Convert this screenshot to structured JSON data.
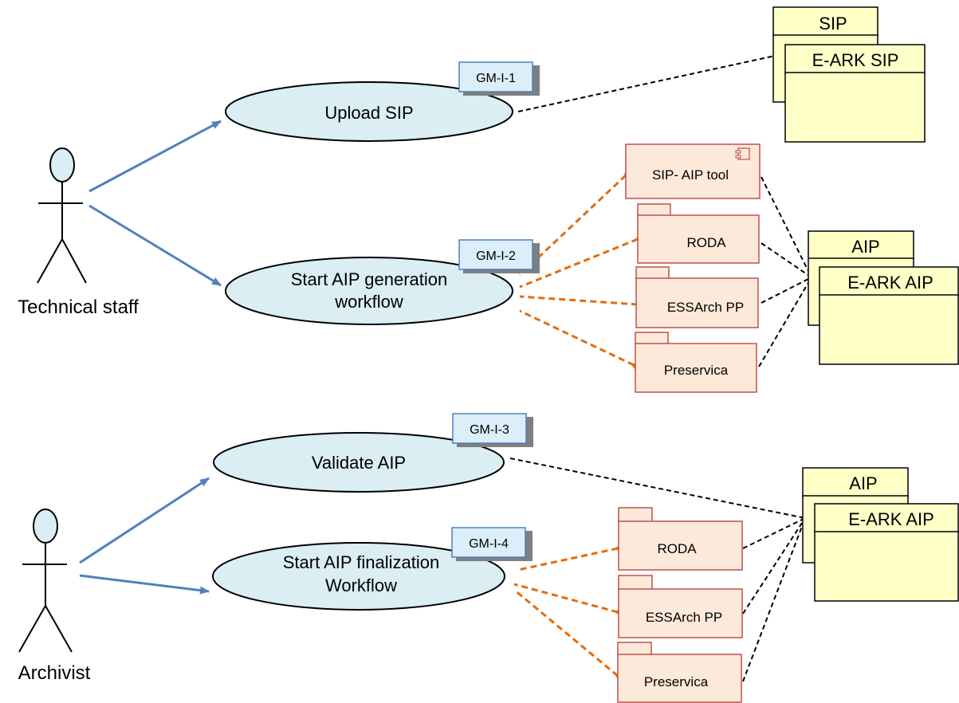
{
  "actors": {
    "technical_staff": "Technical staff",
    "archivist": "Archivist"
  },
  "use_cases": {
    "upload_sip": {
      "label": "Upload SIP",
      "tag": "GM-I-1"
    },
    "start_aip_generation": {
      "line1": "Start AIP generation",
      "line2": "workflow",
      "tag": "GM-I-2"
    },
    "validate_aip": {
      "label": "Validate AIP",
      "tag": "GM-I-3"
    },
    "start_aip_finalization": {
      "line1": "Start AIP finalization",
      "line2": "Workflow",
      "tag": "GM-I-4"
    }
  },
  "components": {
    "sip_aip_tool": "SIP- AIP tool",
    "roda_1": "RODA",
    "essarch_1": "ESSArch PP",
    "preservica_1": "Preservica",
    "roda_2": "RODA",
    "essarch_2": "ESSArch PP",
    "preservica_2": "Preservica"
  },
  "packages": {
    "sip_group": {
      "outer": "SIP",
      "inner": "E-ARK SIP"
    },
    "aip_group_1": {
      "outer": "AIP",
      "inner": "E-ARK AIP"
    },
    "aip_group_2": {
      "outer": "AIP",
      "inner": "E-ARK AIP"
    }
  },
  "colors": {
    "use_case_fill": "#daeef3",
    "association": "#4f81bd",
    "dependency_orange": "#e46c0a",
    "component_fill": "#fde9d9",
    "component_border": "#c0504d",
    "package_fill": "#ffffc8"
  }
}
